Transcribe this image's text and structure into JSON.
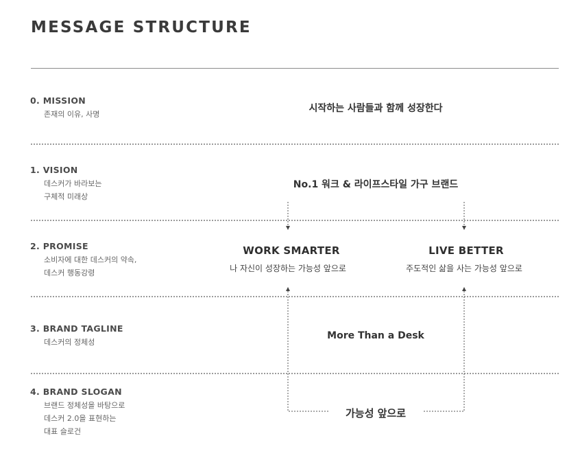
{
  "title": "MESSAGE STRUCTURE",
  "rows": [
    {
      "label": "0.  MISSION",
      "desc": [
        "존재의 이유, 사명"
      ],
      "content": "시작하는 사람들과 함께 성장한다"
    },
    {
      "label": "1.  VISION",
      "desc": [
        "데스커가 바라보는",
        "구체적 미래상"
      ],
      "content": "No.1 워크 & 라이프스타일 가구 브랜드"
    },
    {
      "label": "2.  PROMISE",
      "desc": [
        "소비자에 대한 데스커의 약속,",
        "데스커 행동강령"
      ],
      "promises": [
        {
          "title": "WORK SMARTER",
          "sub": "나 자신이 성장하는 가능성 앞으로"
        },
        {
          "title": "LIVE BETTER",
          "sub": "주도적인 삶을 사는 가능성 앞으로"
        }
      ]
    },
    {
      "label": "3.  BRAND TAGLINE",
      "desc": [
        "데스커의 정체성"
      ],
      "content": "More Than a Desk"
    },
    {
      "label": "4.  BRAND SLOGAN",
      "desc": [
        "브랜드 정체성을 바탕으로",
        "데스커 2.0을 표현하는",
        "대표 슬로건"
      ],
      "content": "가능성 앞으로"
    }
  ]
}
